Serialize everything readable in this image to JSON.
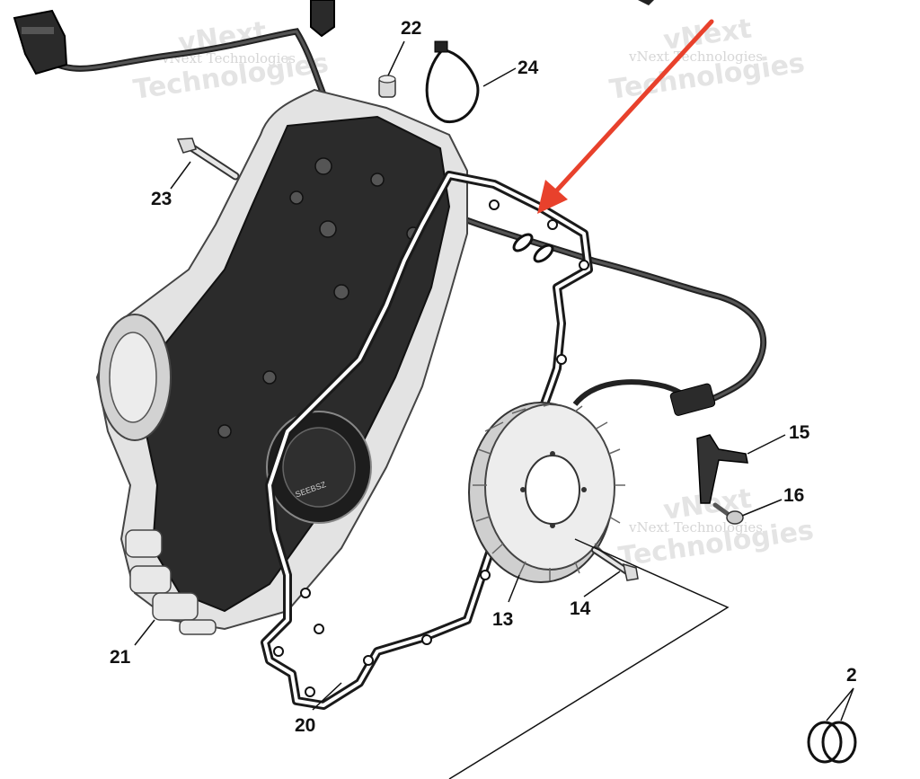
{
  "diagram": {
    "callouts": [
      {
        "id": "22",
        "label": "22"
      },
      {
        "id": "24",
        "label": "24"
      },
      {
        "id": "23",
        "label": "23"
      },
      {
        "id": "15",
        "label": "15"
      },
      {
        "id": "16",
        "label": "16"
      },
      {
        "id": "13",
        "label": "13"
      },
      {
        "id": "14",
        "label": "14"
      },
      {
        "id": "21",
        "label": "21"
      },
      {
        "id": "20",
        "label": "20"
      },
      {
        "id": "2",
        "label": "2"
      }
    ],
    "watermark": {
      "line1": "vNext",
      "line2": "Technologies",
      "full": "vNext Technologies"
    },
    "stamp_text": "SEEBSZ",
    "colors": {
      "pointer_arrow": "#e8412c",
      "cover": "#2b2b2b",
      "gasket": "#1a1a1a",
      "stator": "#ededed"
    }
  }
}
